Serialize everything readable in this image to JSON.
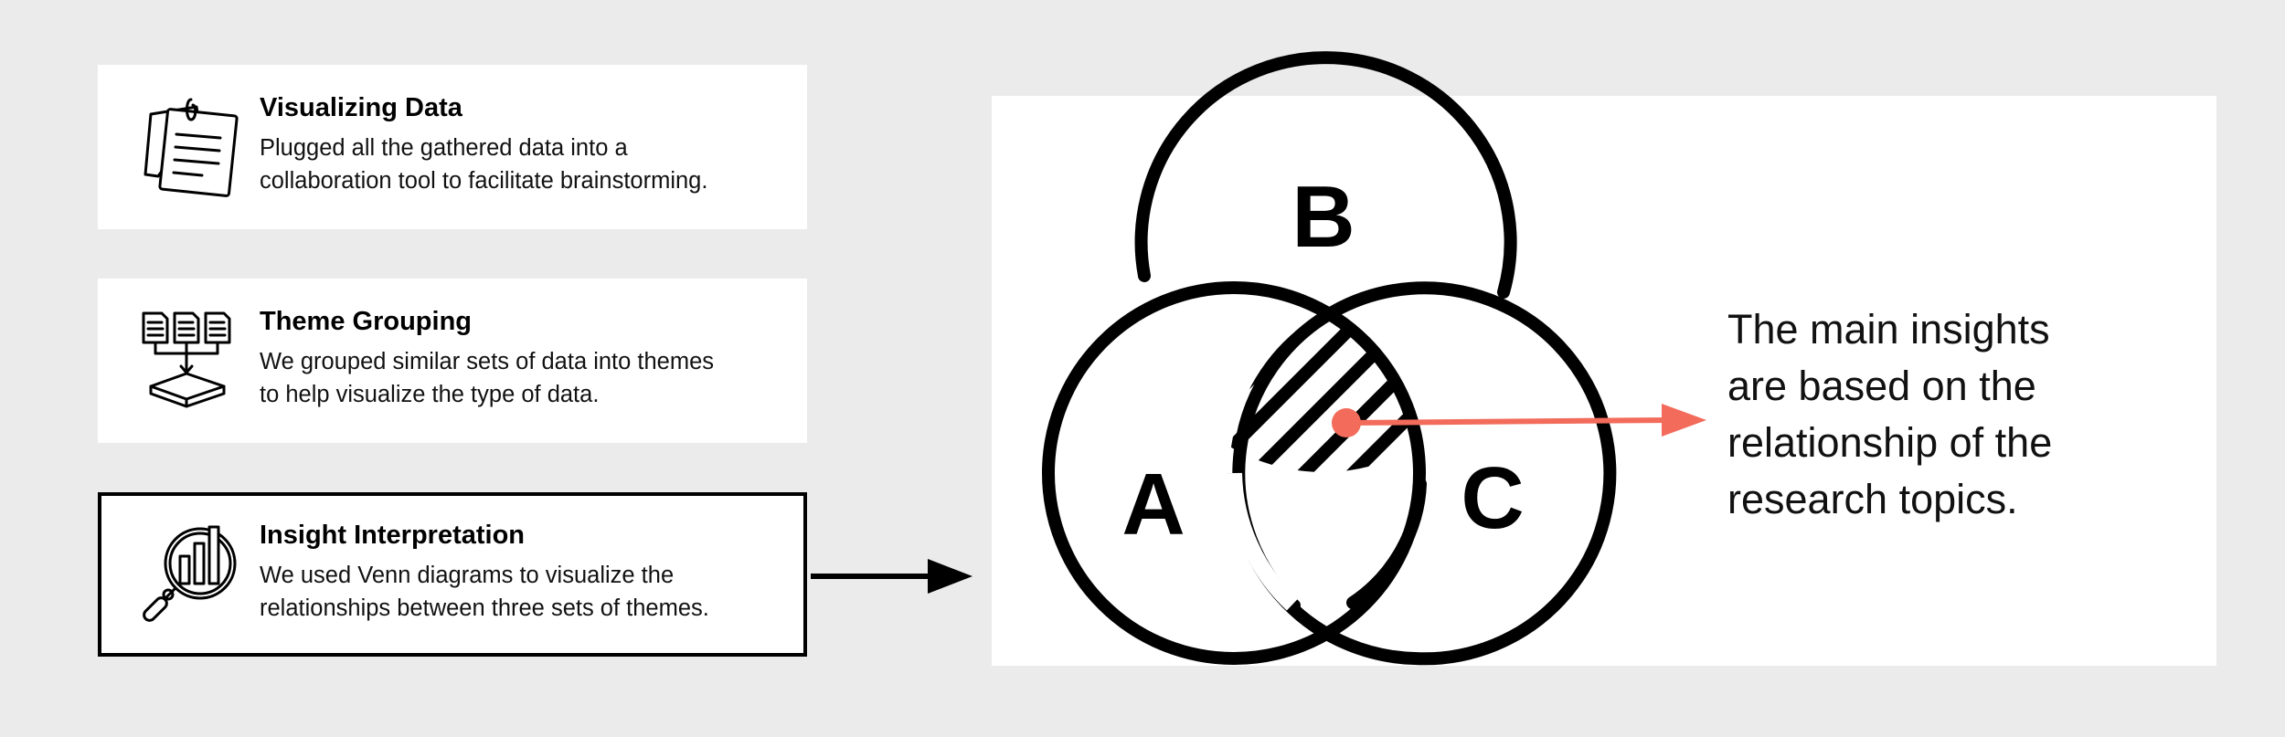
{
  "steps": [
    {
      "title": "Visualizing Data",
      "description": "Plugged all the gathered data into a\ncollaboration tool to facilitate brainstorming.",
      "icon": "notes-icon"
    },
    {
      "title": "Theme Grouping",
      "description": "We grouped similar sets of data into themes\nto help visualize the type of data.",
      "icon": "documents-grouping-icon"
    },
    {
      "title": "Insight Interpretation",
      "description": "We  used Venn diagrams to visualize the\nrelationships between three sets of themes.",
      "icon": "magnifier-chart-icon"
    }
  ],
  "venn": {
    "labels": {
      "a": "A",
      "b": "B",
      "c": "C"
    }
  },
  "insight_text": "The main insights\nare based on the\nrelationship of the\nresearch topics.",
  "colors": {
    "background": "#ebebeb",
    "panel": "#ffffff",
    "accent": "#f26b5b",
    "ink": "#000000"
  }
}
